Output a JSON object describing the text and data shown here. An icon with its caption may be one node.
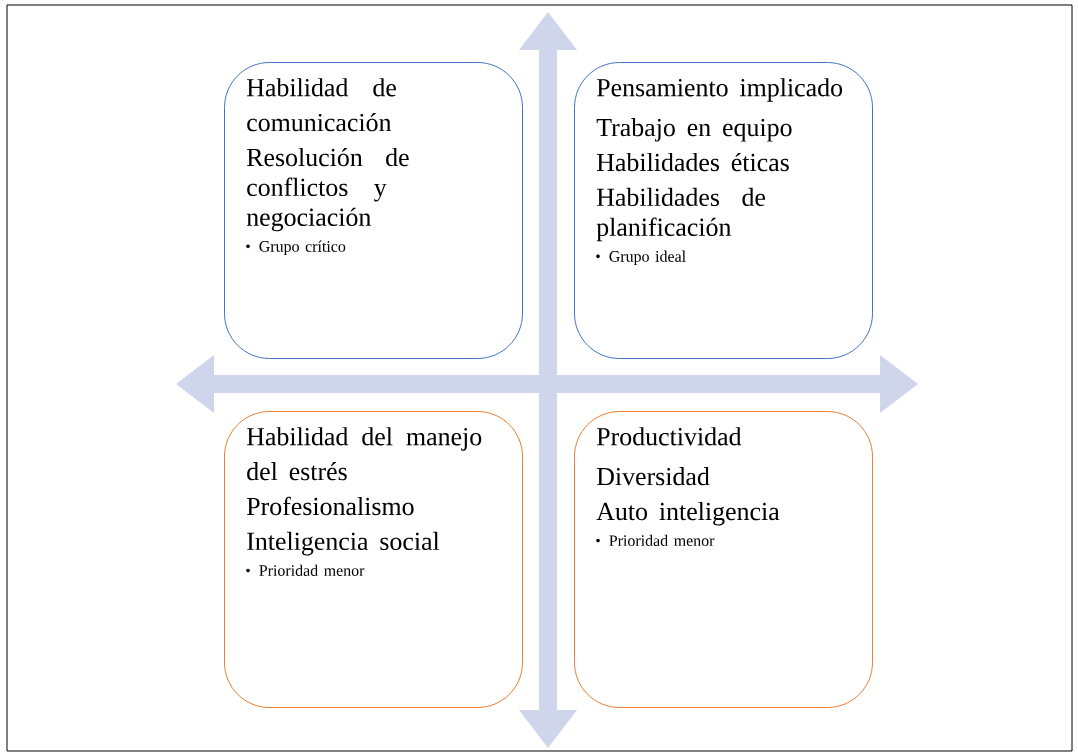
{
  "diagram": {
    "nodes": [
      {
        "text": [
          "Habilidad de comunicación",
          "Resolución de conflictos y negociación",
          "Grupo crítico"
        ]
      },
      {
        "text": [
          "Pensamiento implicado",
          "Trabajo en equipo",
          "Habilidades éticas",
          "Habilidades de planificación",
          "Grupo ideal"
        ]
      },
      {
        "text": [
          "Habilidad del manejo del estrés",
          "Profesionalismo",
          "Inteligencia social",
          "Prioridad menor"
        ]
      },
      {
        "text": [
          "Productividad",
          "Diversidad",
          "Auto inteligencia",
          "Prioridad menor"
        ]
      }
    ]
  }
}
